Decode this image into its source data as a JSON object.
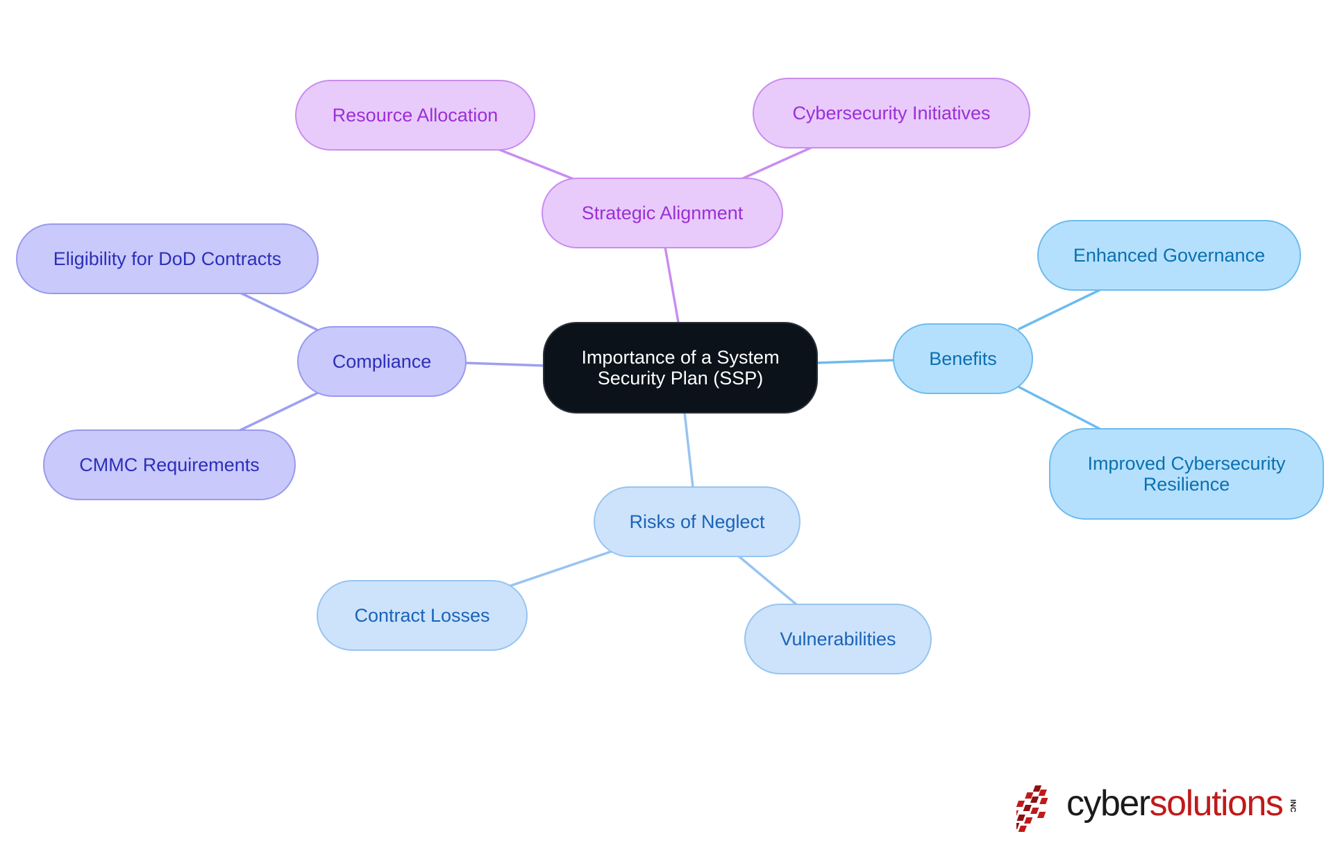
{
  "colors": {
    "root_fill": "#0b121a",
    "root_text": "#ffffff",
    "purple_fill": "#e8cbfb",
    "purple_border": "#c98cf0",
    "purple_text": "#9b2fd6",
    "purple_line": "#c98cf0",
    "indigo_fill": "#c9c9fb",
    "indigo_border": "#9999ee",
    "indigo_text": "#2c2fb8",
    "indigo_line": "#9d9ff0",
    "sky_fill": "#b5e0fd",
    "sky_border": "#6cbbee",
    "sky_text": "#0a70b0",
    "sky_line": "#6cbbee",
    "blue_fill": "#cde3fb",
    "blue_border": "#97c4f1",
    "blue_text": "#1a63b8",
    "blue_line": "#97c4f1",
    "logo_red": "#c01a1a",
    "logo_dark": "#1a1a1a"
  },
  "diagram": {
    "root": {
      "label_line1": "Importance of a System",
      "label_line2": "Security Plan (SSP)"
    },
    "branches": {
      "strategic": {
        "label": "Strategic Alignment"
      },
      "compliance": {
        "label": "Compliance"
      },
      "benefits": {
        "label": "Benefits"
      },
      "risks": {
        "label": "Risks of Neglect"
      }
    },
    "leaves": {
      "resource": {
        "label": "Resource Allocation"
      },
      "initiatives": {
        "label": "Cybersecurity Initiatives"
      },
      "dod": {
        "label": "Eligibility for DoD Contracts"
      },
      "cmmc": {
        "label": "CMMC Requirements"
      },
      "governance": {
        "label": "Enhanced Governance"
      },
      "resilience": {
        "label_line1": "Improved Cybersecurity",
        "label_line2": "Resilience"
      },
      "losses": {
        "label": "Contract Losses"
      },
      "vulnerabilities": {
        "label": "Vulnerabilities"
      }
    }
  },
  "logo": {
    "text_prefix": "cyber",
    "text_suffix": "solutions",
    "inc": "INC"
  }
}
